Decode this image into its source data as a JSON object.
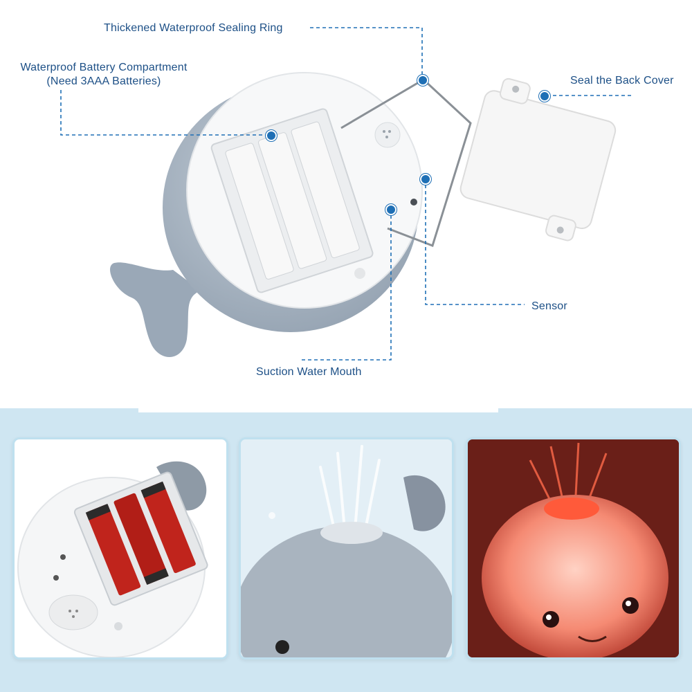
{
  "callouts": {
    "sealing_ring": "Thickened Waterproof Sealing Ring",
    "battery_line1": "Waterproof Battery Compartment",
    "battery_line2": "(Need 3AAA Batteries)",
    "back_cover": "Seal the Back Cover",
    "sensor": "Sensor",
    "suction": "Suction Water Mouth"
  },
  "colors": {
    "callout_text": "#1c4f86",
    "callout_dot": "#1e6fb5",
    "bottom_background": "#cfe6f2"
  }
}
